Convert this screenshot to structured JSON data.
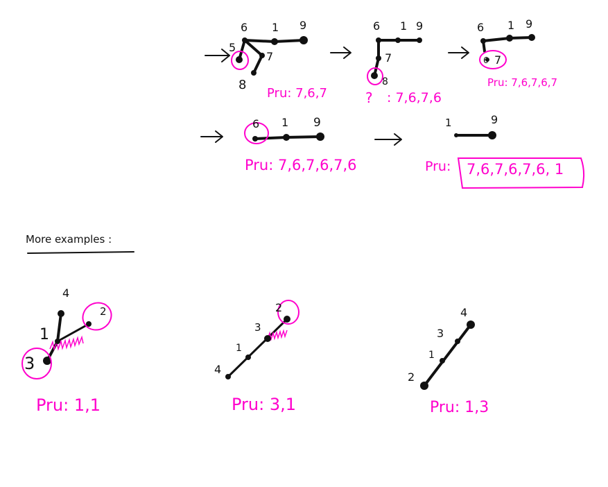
{
  "colors": {
    "ink": "#111111",
    "accent": "#ff00cc"
  },
  "step1": {
    "labels": [
      "6",
      "1",
      "9",
      "5",
      "7",
      "8"
    ],
    "pru": "Pru: 7,6,7"
  },
  "step2": {
    "labels": [
      "6",
      "1",
      "9",
      "7",
      "8"
    ],
    "pru_prefix": "?",
    "pru": ": 7,6,7,6"
  },
  "step3": {
    "labels": [
      "6",
      "1",
      "9",
      "6",
      "7"
    ],
    "pru": "Pru: 7,6,7,6,7"
  },
  "step4": {
    "labels": [
      "6",
      "1",
      "9"
    ],
    "pru": "Pru: 7,6,7,6,7,6"
  },
  "step5": {
    "labels": [
      "1",
      "9"
    ],
    "pru_label": "Pru:",
    "pru_boxed": "7,6,7,6,7,6, 1"
  },
  "more_examples": {
    "heading": "More examples :"
  },
  "example1": {
    "labels": [
      "4",
      "2",
      "1",
      "3"
    ],
    "pru": "Pru: 1,1"
  },
  "example2": {
    "labels": [
      "2",
      "3",
      "1",
      "4"
    ],
    "pru": "Pru: 3,1"
  },
  "example3": {
    "labels": [
      "4",
      "3",
      "1",
      "2"
    ],
    "pru": "Pru: 1,3"
  }
}
